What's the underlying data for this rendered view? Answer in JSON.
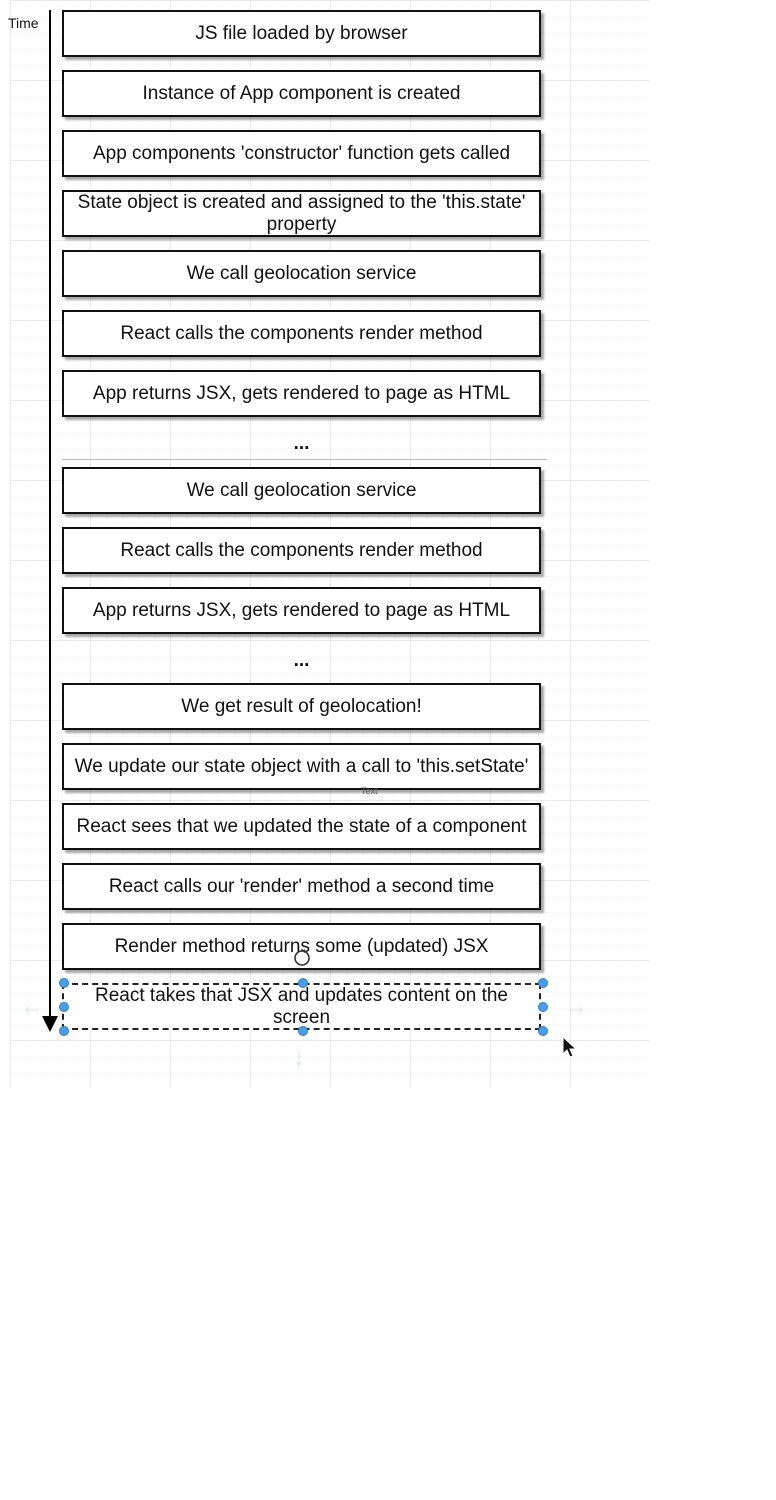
{
  "timeline": {
    "label": "Time"
  },
  "steps": [
    {
      "text": "JS file loaded by browser"
    },
    {
      "text": "Instance of App component is created"
    },
    {
      "text": "App components 'constructor' function gets called"
    },
    {
      "text": "State object is created and assigned to the 'this.state' property"
    },
    {
      "text": "We call geolocation service"
    },
    {
      "text": "React calls the components render method"
    },
    {
      "text": "App returns JSX, gets rendered to page as HTML"
    },
    {
      "text": "We call geolocation service"
    },
    {
      "text": "React calls the components render method"
    },
    {
      "text": "App returns JSX, gets rendered to page as HTML"
    },
    {
      "text": "We get result of geolocation!"
    },
    {
      "text": "We update our state object with a call to 'this.setState'"
    },
    {
      "text": "React sees that we updated the state of a component"
    },
    {
      "text": "React calls our 'render' method a second time"
    },
    {
      "text": "Render method returns some (updated) JSX"
    },
    {
      "text": "React takes that JSX and updates content on the screen"
    }
  ],
  "ellipsis": {
    "first": "...",
    "second": "..."
  },
  "overlay": {
    "tiny_label": "Text",
    "handle_color": "#4a9ee6",
    "hint_color": "#d6e7f7"
  },
  "icons": {
    "rotate": "rotate-icon",
    "cursor": "cursor-arrow-icon",
    "arrow_hints": "expand-arrow-icon"
  }
}
